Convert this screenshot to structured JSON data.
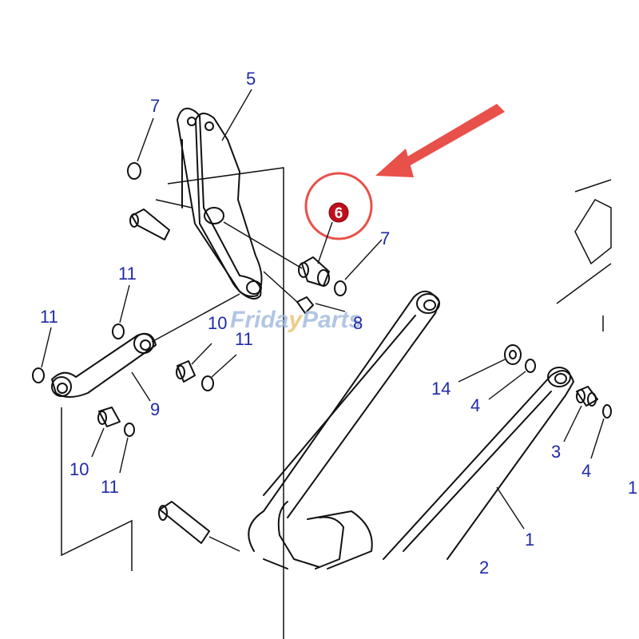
{
  "callouts": {
    "c1": "1",
    "c2": "2",
    "c3": "3",
    "c4a": "4",
    "c4b": "4",
    "c5": "5",
    "c7a": "7",
    "c7b": "7",
    "c8": "8",
    "c9": "9",
    "c10a": "10",
    "c10b": "10",
    "c11a": "11",
    "c11b": "11",
    "c11c": "11",
    "c11d": "11",
    "c14": "14",
    "c1partial": "1"
  },
  "highlight": {
    "part_number": "6",
    "ring_color": "#e8504a",
    "badge_color": "#c0101a"
  },
  "arrow_color": "#e8504a",
  "label_color": "#1f2aa8",
  "watermark": {
    "part1": "Frida",
    "part2": "Parts"
  }
}
